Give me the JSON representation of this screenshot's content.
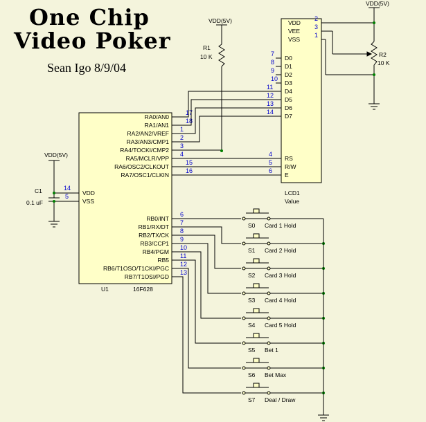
{
  "title": {
    "line1": "One Chip",
    "line2": "Video Poker",
    "author": "Sean Igo 8/9/04"
  },
  "colors": {
    "background": "#f4f4dc",
    "ic_fill": "#ffffc8",
    "wire": "#000000",
    "pin_number": "#0000cc",
    "junction": "#008000"
  },
  "u1": {
    "ref": "U1",
    "part": "16F628",
    "left_pins": [
      {
        "name": "VDD",
        "pin": "14"
      },
      {
        "name": "VSS",
        "pin": "5"
      }
    ],
    "right_pins": [
      {
        "name": "RA0/AN0",
        "pin": "17"
      },
      {
        "name": "RA1/AN1",
        "pin": "18"
      },
      {
        "name": "RA2/AN2/VREF",
        "pin": "1"
      },
      {
        "name": "RA3/AN3/CMP1",
        "pin": "2"
      },
      {
        "name": "RA4/TOCKI/CMP2",
        "pin": "3"
      },
      {
        "name": "RA5/MCLR/VPP",
        "pin": "4"
      },
      {
        "name": "RA6/OSC2/CLKOUT",
        "pin": "15"
      },
      {
        "name": "RA7/OSC1/CLKIN",
        "pin": "16"
      },
      {
        "name": "RB0/INT",
        "pin": "6"
      },
      {
        "name": "RB1/RX/DT",
        "pin": "7"
      },
      {
        "name": "RB2/TX/CK",
        "pin": "8"
      },
      {
        "name": "RB3/CCP1",
        "pin": "9"
      },
      {
        "name": "RB4/PGM",
        "pin": "10"
      },
      {
        "name": "RB5",
        "pin": "11"
      },
      {
        "name": "RB6/T1OSO/T1CKI/PGC",
        "pin": "12"
      },
      {
        "name": "RB7/T1OSI/PGD",
        "pin": "13"
      }
    ]
  },
  "lcd": {
    "ref": "LCD1",
    "value": "Value",
    "power_pins": [
      {
        "name": "VDD",
        "pin": "2"
      },
      {
        "name": "VEE",
        "pin": "3"
      },
      {
        "name": "VSS",
        "pin": "1"
      }
    ],
    "data_pins": [
      {
        "name": "D0",
        "pin": "7"
      },
      {
        "name": "D1",
        "pin": "8"
      },
      {
        "name": "D2",
        "pin": "9"
      },
      {
        "name": "D3",
        "pin": "10"
      },
      {
        "name": "D4",
        "pin": "11"
      },
      {
        "name": "D5",
        "pin": "12"
      },
      {
        "name": "D6",
        "pin": "13"
      },
      {
        "name": "D7",
        "pin": "14"
      }
    ],
    "ctrl_pins": [
      {
        "name": "RS",
        "pin": "4"
      },
      {
        "name": "R/W",
        "pin": "5"
      },
      {
        "name": "E",
        "pin": "6"
      }
    ]
  },
  "r1": {
    "ref": "R1",
    "value": "10 K",
    "supply": "VDD(5V)"
  },
  "r2": {
    "ref": "R2",
    "value": "10 K",
    "supply": "VDD(5V)"
  },
  "c1": {
    "ref": "C1",
    "value": "0.1 uF",
    "supply": "VDD(5V)"
  },
  "switches": [
    {
      "ref": "S0",
      "label": "Card 1 Hold"
    },
    {
      "ref": "S1",
      "label": "Card 2 Hold"
    },
    {
      "ref": "S2",
      "label": "Card 3 Hold"
    },
    {
      "ref": "S3",
      "label": "Card 4 Hold"
    },
    {
      "ref": "S4",
      "label": "Card 5 Hold"
    },
    {
      "ref": "S5",
      "label": "Bet 1"
    },
    {
      "ref": "S6",
      "label": "Bet Max"
    },
    {
      "ref": "S7",
      "label": "Deal / Draw"
    }
  ]
}
